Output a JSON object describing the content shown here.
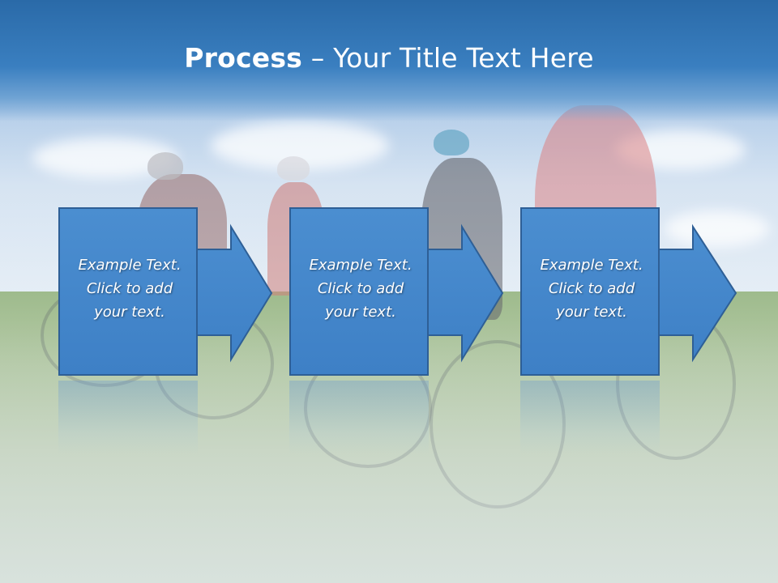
{
  "title": {
    "bold": "Process",
    "rest": " – Your Title Text Here"
  },
  "steps": [
    {
      "text": "Example Text.\nClick  to add\nyour text."
    },
    {
      "text": "Example Text.\nClick  to add\nyour text."
    },
    {
      "text": "Example Text.\nClick  to add\nyour text."
    }
  ],
  "colors": {
    "title_bar": "#3a7fc0",
    "box_fill": "#4189cc",
    "box_border": "#2e5f96",
    "text": "#ffffff"
  }
}
